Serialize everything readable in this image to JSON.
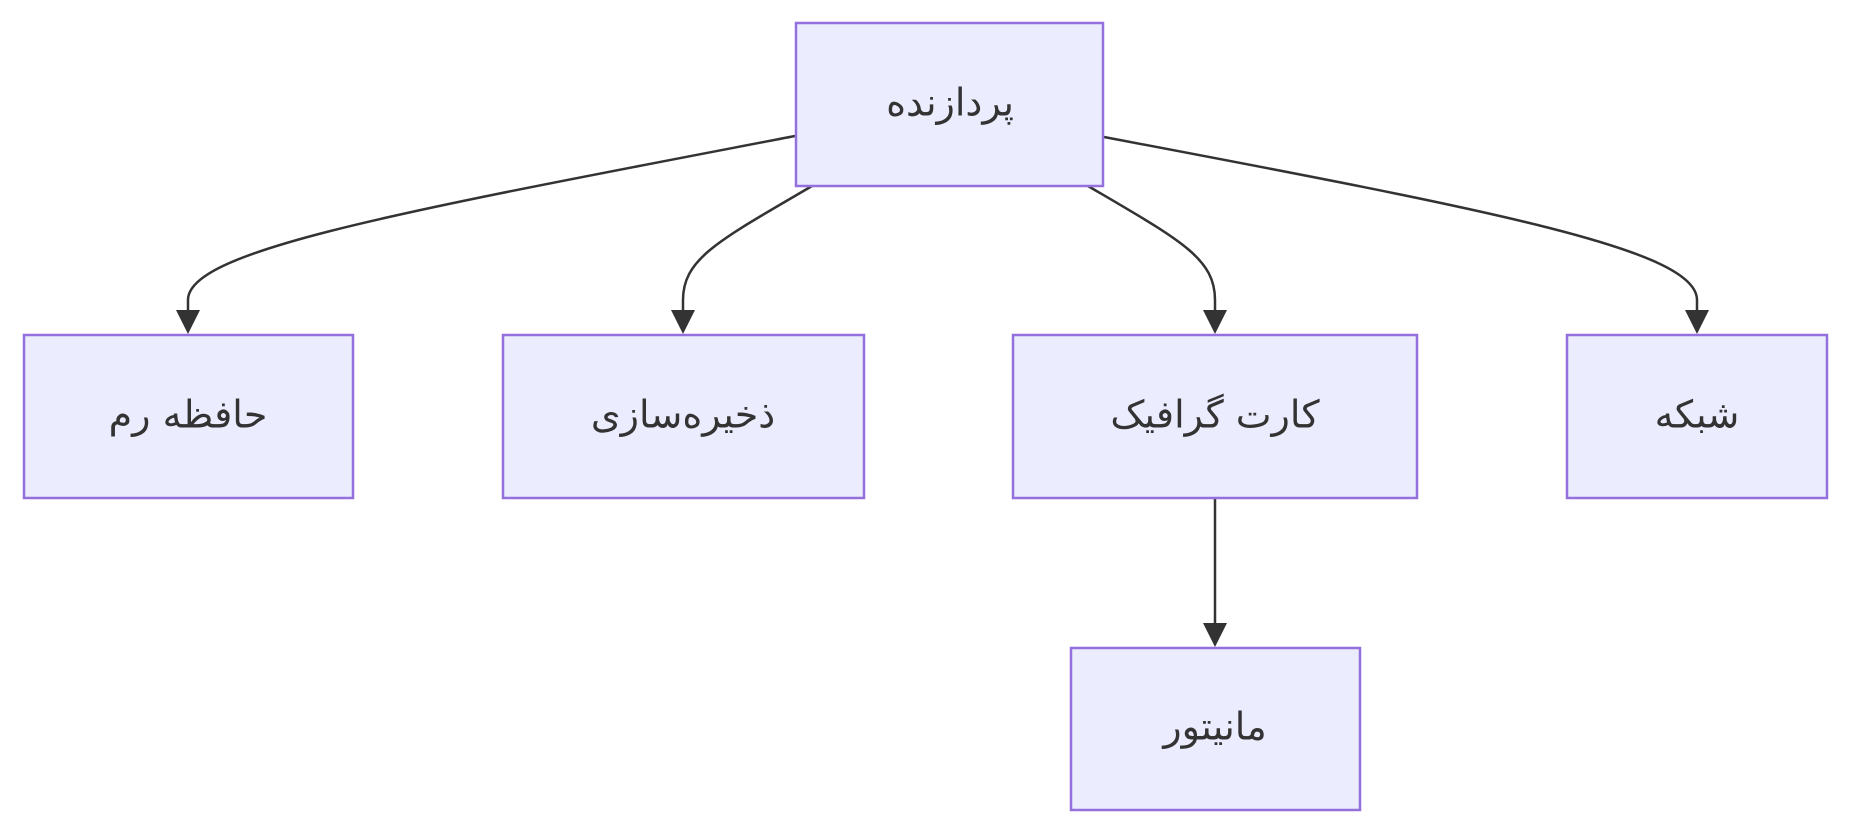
{
  "colors": {
    "node_fill": "#ececff",
    "node_border": "#9370db",
    "edge": "#333333",
    "text": "#333333",
    "background": "#ffffff"
  },
  "nodes": {
    "processor": "پردازنده",
    "ram": "حافظه رم",
    "storage": "ذخیره‌سازی",
    "gpu": "کارت گرافیک",
    "network": "شبکه",
    "monitor": "مانیتور"
  },
  "edges": [
    {
      "from": "processor",
      "to": "ram"
    },
    {
      "from": "processor",
      "to": "storage"
    },
    {
      "from": "processor",
      "to": "gpu"
    },
    {
      "from": "processor",
      "to": "network"
    },
    {
      "from": "gpu",
      "to": "monitor"
    }
  ]
}
